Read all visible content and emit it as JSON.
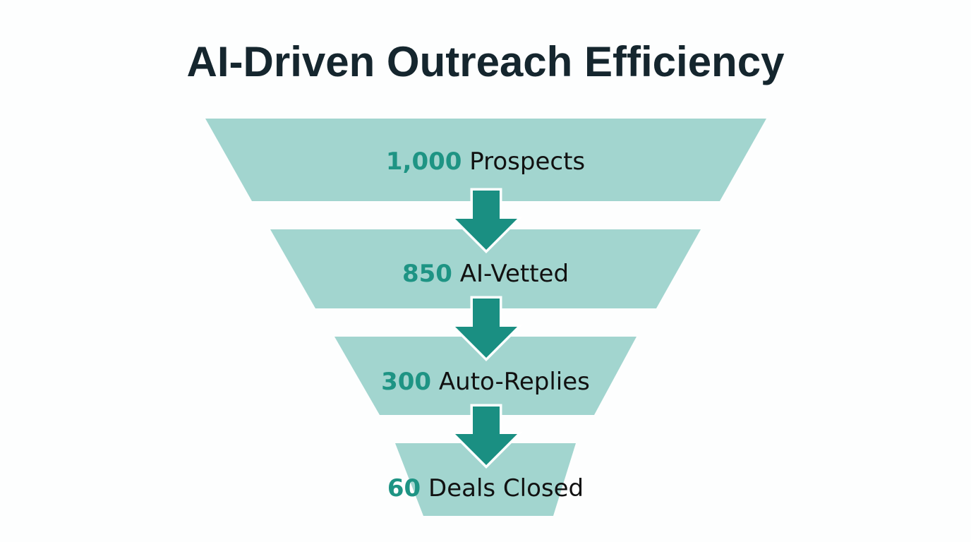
{
  "title": "AI-Driven Outreach Efficiency",
  "colors": {
    "stage_fill": "#a2d5cf",
    "arrow_fill": "#1a8f82",
    "number_text": "#1e9484",
    "label_text": "#111111",
    "title_text": "#15262e",
    "background": "#ffffff"
  },
  "stages": [
    {
      "value": "1,000",
      "label": "Prospects"
    },
    {
      "value": "850",
      "label": "AI-Vetted"
    },
    {
      "value": "300",
      "label": "Auto-Replies"
    },
    {
      "value": "60",
      "label": "Deals Closed"
    }
  ],
  "arrows": [
    {
      "icon": "down-arrow-icon"
    },
    {
      "icon": "down-arrow-icon"
    },
    {
      "icon": "down-arrow-icon"
    }
  ],
  "chart_data": {
    "type": "funnel",
    "title": "AI-Driven Outreach Efficiency",
    "categories": [
      "Prospects",
      "AI-Vetted",
      "Auto-Replies",
      "Deals Closed"
    ],
    "values": [
      1000,
      850,
      300,
      60
    ],
    "legend": "none",
    "grid": false
  }
}
